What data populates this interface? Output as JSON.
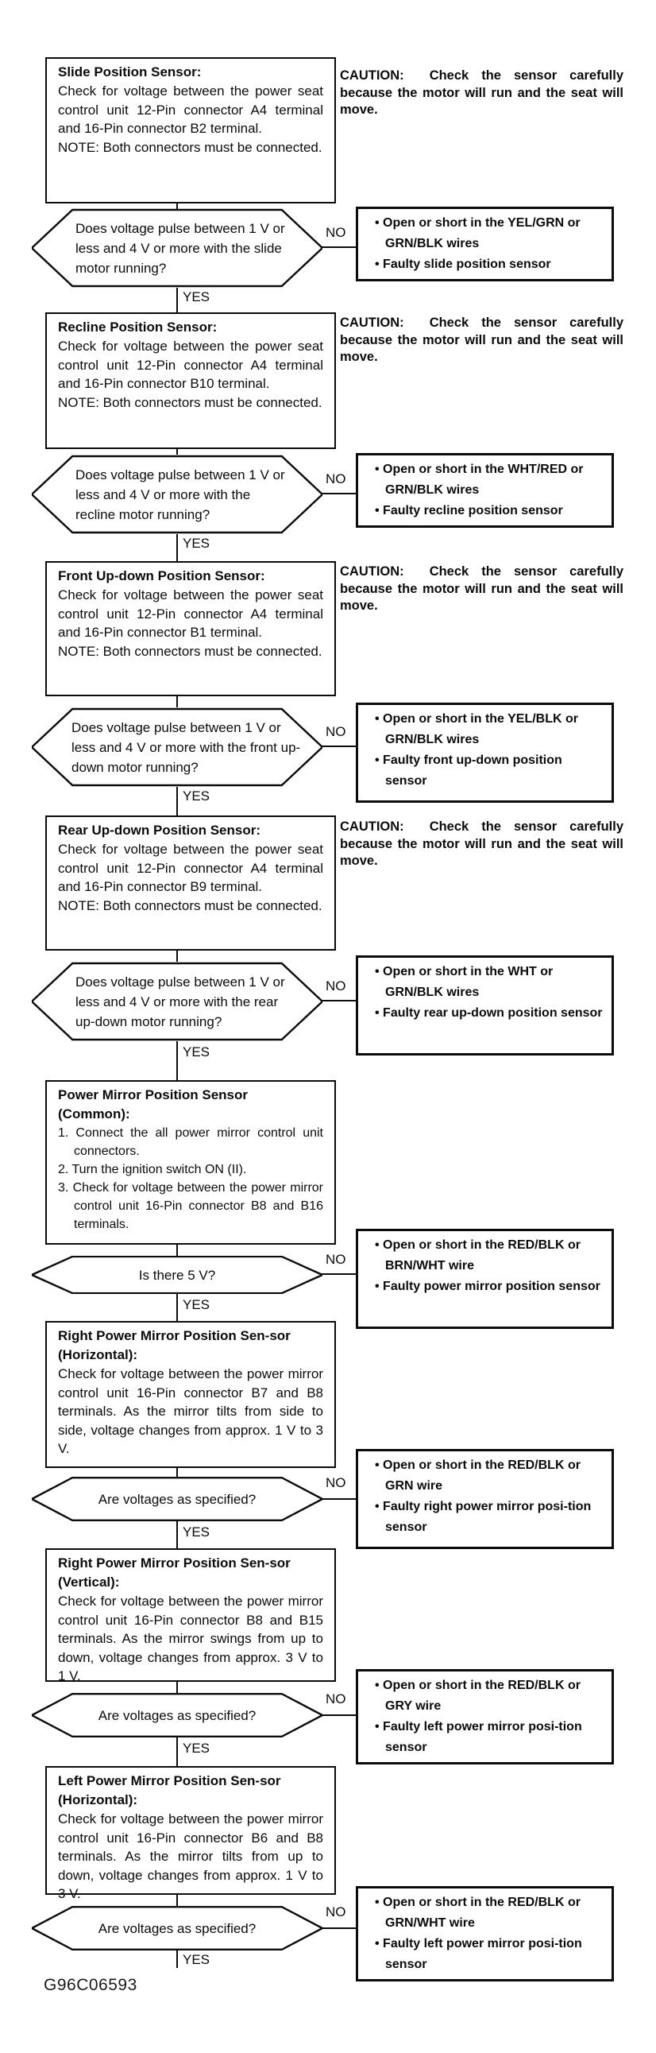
{
  "figure_id": "G96C06593",
  "labels": {
    "yes": "YES",
    "no": "NO"
  },
  "caution_note": "CAUTION:  Check the sensor carefully because the motor will run and the seat will move.",
  "steps": [
    {
      "title": "Slide Position Sensor:",
      "body": "Check for voltage between the power seat control unit 12-Pin connector A4 terminal and 16-Pin connector B2 terminal.",
      "note": "NOTE: Both connectors must be connected.",
      "question": "Does voltage pulse between 1 V or less and 4 V or more with the slide motor running?",
      "no_results": [
        "Open or short in the YEL/GRN or GRN/BLK wires",
        "Faulty slide position sensor"
      ]
    },
    {
      "title": "Recline Position Sensor:",
      "body": "Check for voltage between the power seat control unit 12-Pin connector A4 terminal and 16-Pin connector B10 terminal.",
      "note": "NOTE: Both connectors must be connected.",
      "question": "Does voltage pulse between 1 V or less and 4 V or more with the recline motor running?",
      "no_results": [
        "Open or short in the WHT/RED or GRN/BLK wires",
        "Faulty recline position sensor"
      ]
    },
    {
      "title": "Front Up-down Position Sensor:",
      "body": "Check for voltage between the power seat control unit 12-Pin connector A4 terminal and 16-Pin connector B1 terminal.",
      "note": "NOTE: Both connectors must be connected.",
      "question": "Does voltage pulse between 1 V or less and 4 V or more with the front up-down motor running?",
      "no_results": [
        "Open or short in the YEL/BLK or GRN/BLK wires",
        "Faulty front up-down position sensor"
      ]
    },
    {
      "title": "Rear Up-down Position Sensor:",
      "body": "Check for voltage between the power seat control unit 12-Pin connector A4 terminal and 16-Pin connector B9 terminal.",
      "note": "NOTE: Both connectors must be connected.",
      "question": "Does voltage pulse between 1 V or less and 4 V or more with the rear up-down motor running?",
      "no_results": [
        "Open or short in the WHT or GRN/BLK wires",
        "Faulty rear up-down position sensor"
      ]
    },
    {
      "title": "Power Mirror Position Sensor (Common):",
      "list": [
        "1. Connect the all power mirror control unit connectors.",
        "2. Turn the ignition switch ON (II).",
        "3. Check for voltage between the power mirror control unit 16-Pin connector B8 and B16 terminals."
      ],
      "question": "Is there 5 V?",
      "no_results": [
        "Open or short in the RED/BLK or BRN/WHT wire",
        "Faulty power mirror position sensor"
      ]
    },
    {
      "title": "Right Power Mirror Position Sen-sor (Horizontal):",
      "body": "Check for voltage between the power mirror control unit 16-Pin connector B7 and B8 terminals. As the mirror tilts from side to side, voltage changes from approx. 1 V to 3 V.",
      "question": "Are voltages as specified?",
      "no_results": [
        "Open or short in the RED/BLK or GRN wire",
        "Faulty right power mirror posi-tion sensor"
      ]
    },
    {
      "title": "Right Power Mirror Position Sen-sor (Vertical):",
      "body": "Check for voltage between the power mirror control unit 16-Pin connector B8 and B15 terminals. As the mirror swings from up to down, voltage changes from approx. 3 V to 1 V.",
      "question": "Are voltages as specified?",
      "no_results": [
        "Open or short in the RED/BLK or GRY wire",
        "Faulty left power mirror posi-tion sensor"
      ]
    },
    {
      "title": "Left Power Mirror Position Sen-sor (Horizontal):",
      "body": "Check for voltage between the power mirror control unit 16-Pin connector B6 and B8 terminals. As the mirror tilts from up to down, voltage changes from approx. 1 V to 3 V.",
      "question": "Are voltages as specified?",
      "no_results": [
        "Open or short in the RED/BLK or GRN/WHT wire",
        "Faulty left power mirror posi-tion sensor"
      ]
    }
  ]
}
